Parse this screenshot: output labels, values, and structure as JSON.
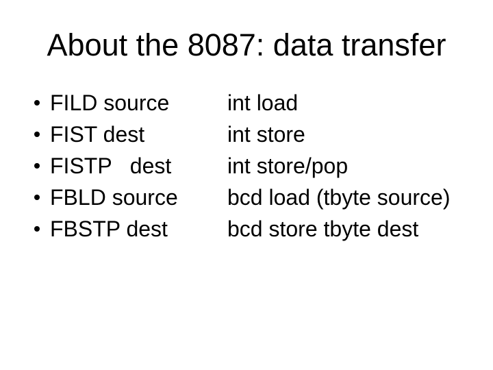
{
  "slide": {
    "title": "About the 8087: data transfer",
    "colors": {
      "background": "#ffffff",
      "text": "#000000",
      "bullet": "#000000"
    },
    "rows": [
      {
        "mnemonic": "FILD source",
        "desc": "int load"
      },
      {
        "mnemonic": "FIST dest",
        "desc": "int store"
      },
      {
        "mnemonic": "FISTP   dest",
        "desc": "int store/pop"
      },
      {
        "mnemonic": "FBLD source",
        "desc": "bcd load (tbyte source)"
      },
      {
        "mnemonic": "FBSTP dest",
        "desc": "bcd store tbyte dest"
      }
    ]
  }
}
